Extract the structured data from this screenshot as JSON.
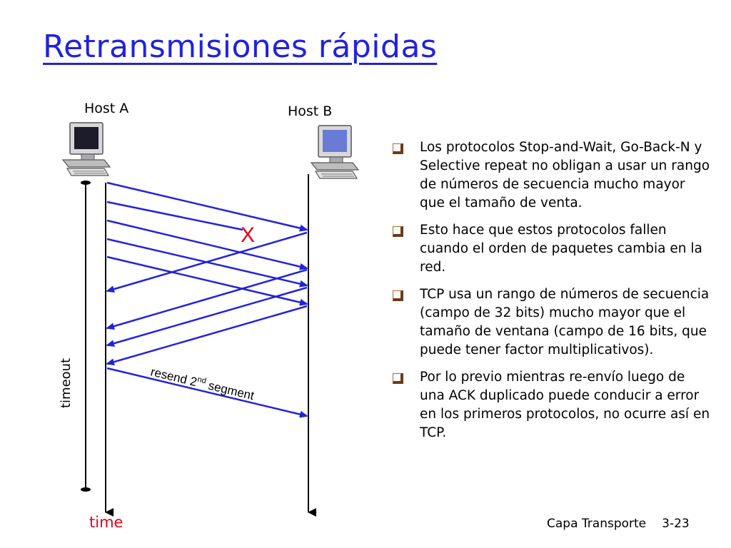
{
  "slide": {
    "title": "Retransmisiones rápidas"
  },
  "diagram": {
    "host_a_label": "Host A",
    "host_b_label": "Host B",
    "loss_marker": "X",
    "timeout_label": "timeout",
    "time_label": "time",
    "resend_label_pre": "resend 2",
    "resend_label_sup": "nd",
    "resend_label_post": " segment",
    "computer_icon": "desktop-computer-icon",
    "arrow_color": "#2222dd",
    "loss_color": "#e0001a"
  },
  "bullets": [
    {
      "text": "Los protocolos Stop-and-Wait, Go-Back-N y Selective repeat no obligan a usar un rango de números de secuencia mucho mayor que el tamaño de venta."
    },
    {
      "text": "Esto hace que estos protocolos fallen cuando el orden de paquetes cambia en la red."
    },
    {
      "text": "TCP usa un rango de números de secuencia (campo de 32 bits) mucho mayor que el tamaño de ventana (campo de 16 bits, que puede tener factor multiplicativos)."
    },
    {
      "text": "Por lo previo mientras re-envío luego de una ACK duplicado puede conducir a error en los primeros protocolos, no ocurre así en TCP."
    }
  ],
  "footer": {
    "course": "Capa Transporte",
    "page": "3-23"
  }
}
